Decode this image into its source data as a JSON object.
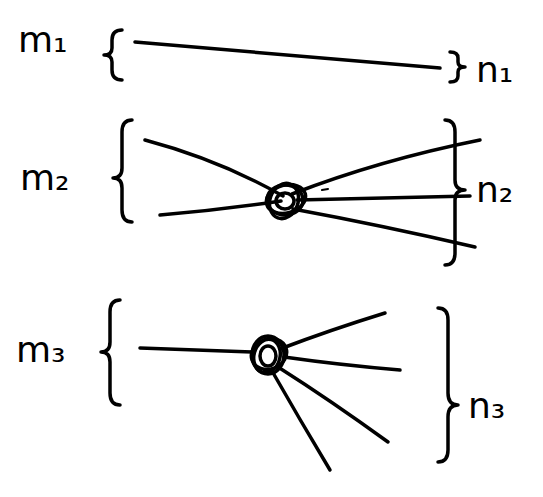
{
  "diagram": {
    "labels": [
      "m₁",
      "n₁",
      "m₂",
      "n₂",
      "m₃",
      "n₃"
    ]
  }
}
